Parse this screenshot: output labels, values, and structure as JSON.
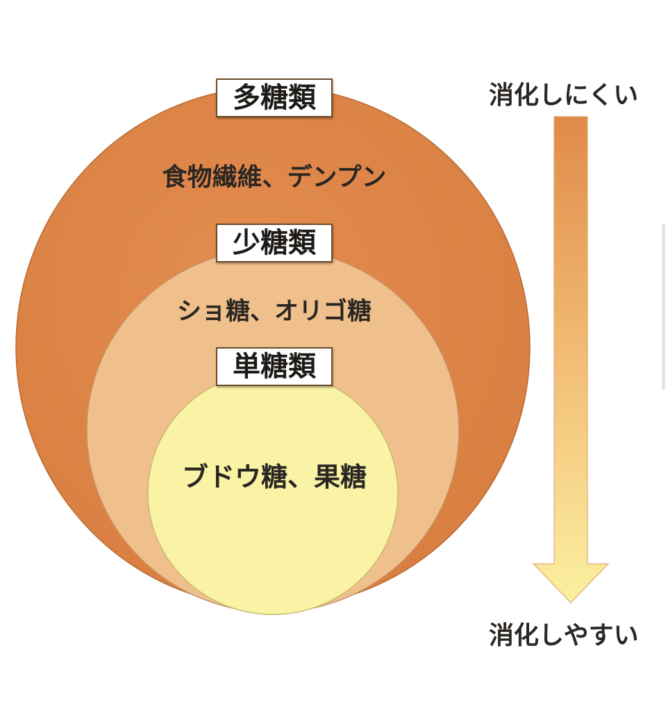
{
  "polysaccharides": {
    "title": "多糖類",
    "examples": "食物繊維、デンプン"
  },
  "oligosaccharides": {
    "title": "少糖類",
    "examples": "ショ糖、オリゴ糖"
  },
  "monosaccharides": {
    "title": "単糖類",
    "examples": "ブドウ糖、果糖"
  },
  "digestion_arrow": {
    "top_label": "消化しにくい",
    "bottom_label": "消化しやすい"
  },
  "colors": {
    "outer_circle": "#de874a",
    "middle_circle": "#f0c08c",
    "inner_circle": "#faf2a4",
    "arrow_top": "#e08a4a",
    "arrow_bottom": "#fbf0a0"
  }
}
